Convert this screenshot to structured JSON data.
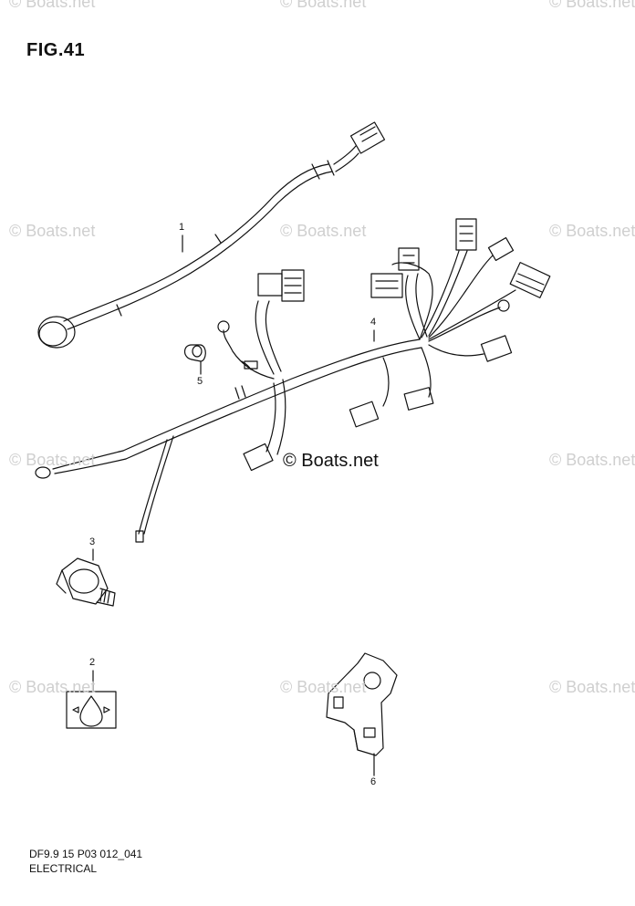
{
  "figure": {
    "title": "FIG.41"
  },
  "footer": {
    "code": "DF9.9 15 P03 012_041",
    "section": "ELECTRICAL"
  },
  "watermark": {
    "text": "© Boats.net"
  },
  "callouts": [
    {
      "id": "1",
      "label": "1"
    },
    {
      "id": "2",
      "label": "2"
    },
    {
      "id": "3",
      "label": "3"
    },
    {
      "id": "4",
      "label": "4"
    },
    {
      "id": "5",
      "label": "5"
    },
    {
      "id": "6",
      "label": "6"
    }
  ]
}
